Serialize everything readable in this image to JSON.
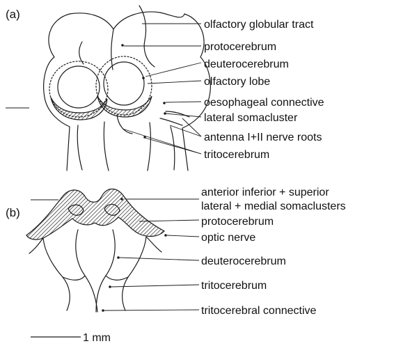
{
  "panel_a": {
    "label": "(a)",
    "callouts": [
      "olfactory globular tract",
      "protocerebrum",
      "deuterocerebrum",
      "olfactory lobe",
      "oesophageal connective",
      "lateral somacluster",
      "antenna I+II nerve roots",
      "tritocerebrum"
    ]
  },
  "panel_b": {
    "label": "(b)",
    "callouts": [
      "anterior inferior + superior",
      "lateral + medial somaclusters",
      "protocerebrum",
      "optic nerve",
      "deuterocerebrum",
      "tritocerebrum",
      "tritocerebral connective"
    ]
  },
  "scale_bar": {
    "label": "1 mm"
  }
}
